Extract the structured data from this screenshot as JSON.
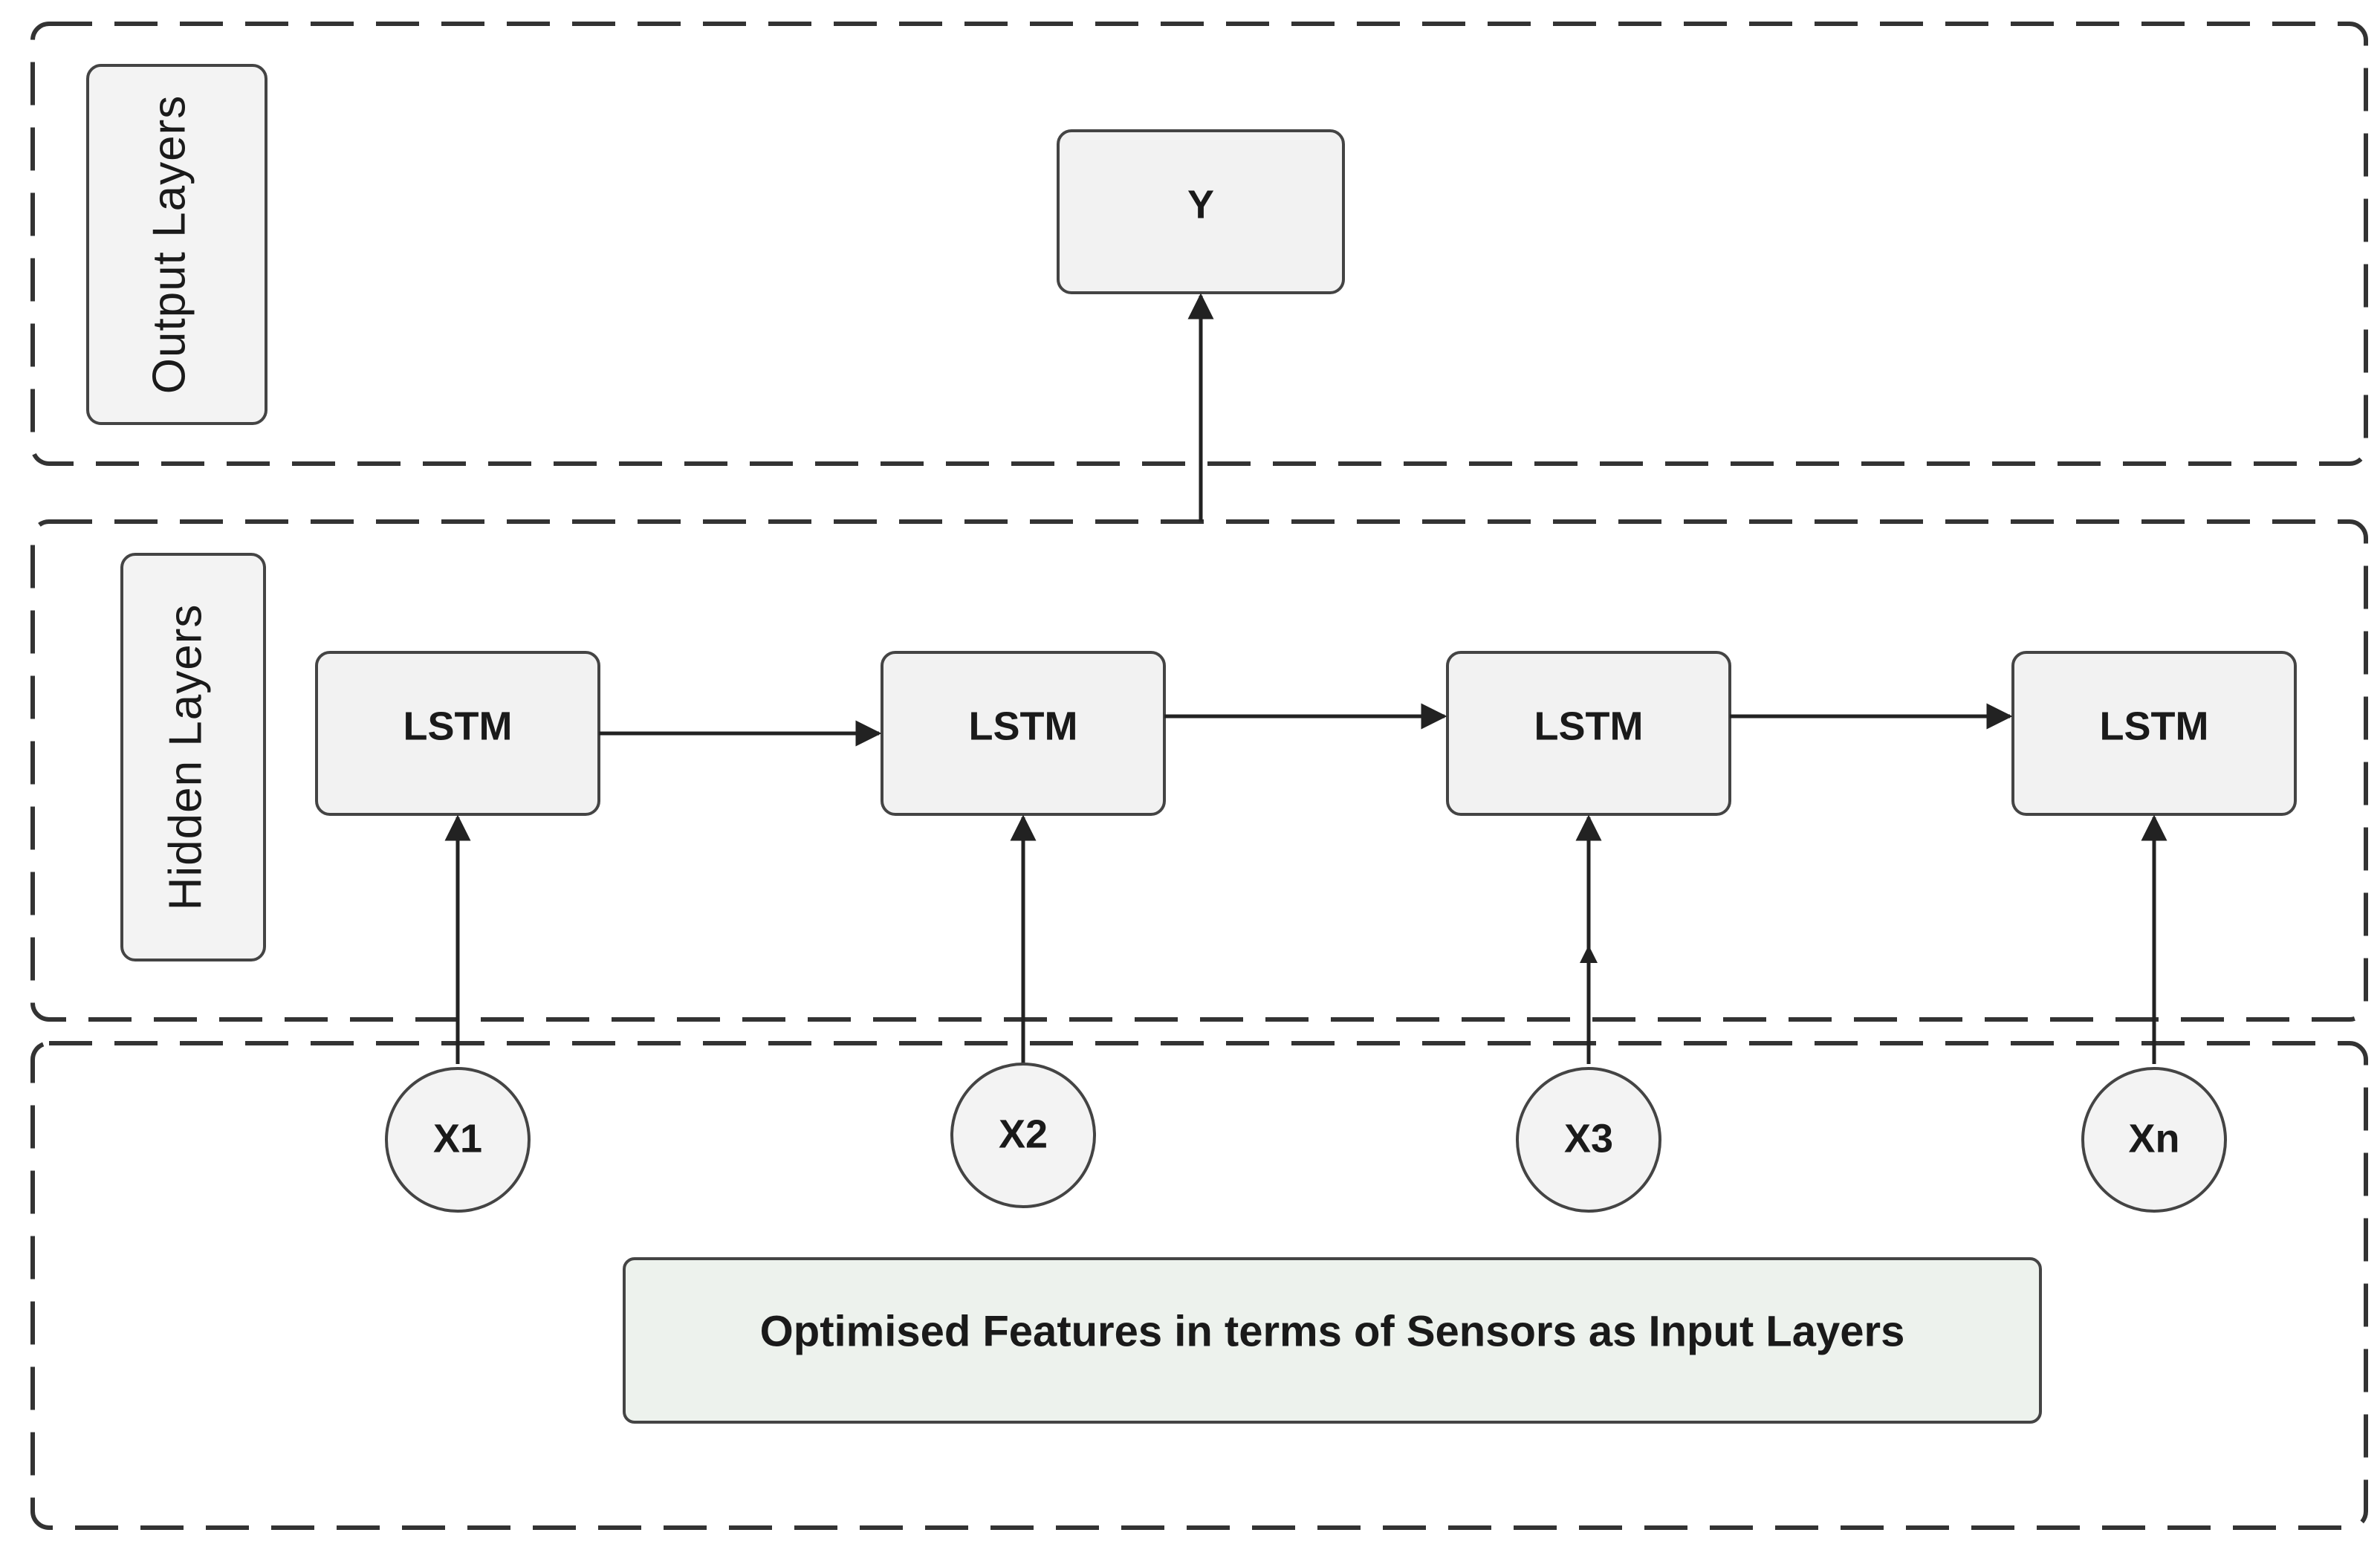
{
  "layers": {
    "output": {
      "label": "Output Layers",
      "node": "Y"
    },
    "hidden": {
      "label": "Hidden Layers",
      "nodes": [
        "LSTM",
        "LSTM",
        "LSTM",
        "LSTM"
      ]
    },
    "input": {
      "label": "Optimised Features in terms of Sensors as Input Layers",
      "nodes": [
        "X1",
        "X2",
        "X3",
        "Xn"
      ]
    }
  },
  "colors": {
    "line": "#222222",
    "box_fill": "#f2f2f2",
    "input_label_fill": "#edf2ed"
  }
}
